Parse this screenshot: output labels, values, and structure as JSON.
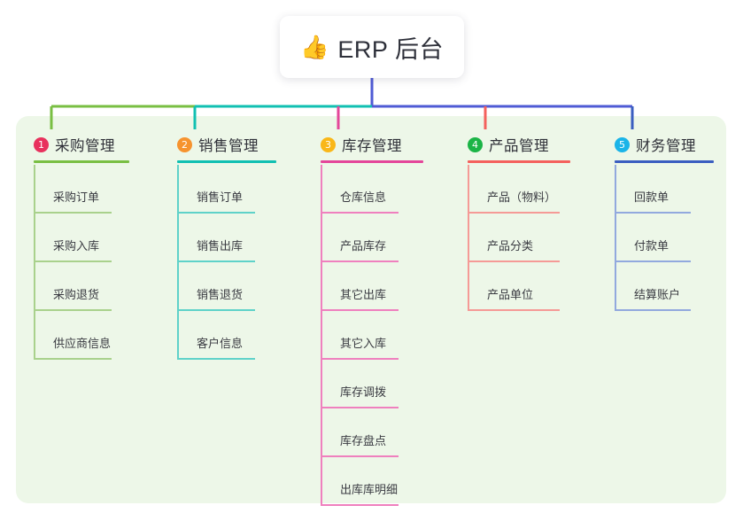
{
  "root": {
    "icon": "thumbs-up-icon",
    "emoji": "👍",
    "label": "ERP 后台"
  },
  "theme": {
    "panel_bg": "#edf7e8",
    "page_bg": "#ffffff",
    "card_bg": "#ffffff",
    "title_color": "#2d2f39",
    "bus_color": "#4f5bd5"
  },
  "columns": [
    {
      "index": "1",
      "title": "采购管理",
      "badge_color": "#e8315d",
      "line_color": "#79bf43",
      "leaf_line_color": "#a9d18c",
      "items": [
        "采购订单",
        "采购入库",
        "采购退货",
        "供应商信息"
      ]
    },
    {
      "index": "2",
      "title": "销售管理",
      "badge_color": "#f6932e",
      "line_color": "#11c0b2",
      "leaf_line_color": "#5fd2c9",
      "items": [
        "销售订单",
        "销售出库",
        "销售退货",
        "客户信息"
      ]
    },
    {
      "index": "3",
      "title": "库存管理",
      "badge_color": "#f9b718",
      "line_color": "#e4469a",
      "leaf_line_color": "#ef80be",
      "items": [
        "仓库信息",
        "产品库存",
        "其它出库",
        "其它入库",
        "库存调拨",
        "库存盘点",
        "出库库明细"
      ]
    },
    {
      "index": "4",
      "title": "产品管理",
      "badge_color": "#1bb446",
      "line_color": "#f4615d",
      "leaf_line_color": "#f59a96",
      "items": [
        "产品（物料）",
        "产品分类",
        "产品单位"
      ]
    },
    {
      "index": "5",
      "title": "财务管理",
      "badge_color": "#1ab4e8",
      "line_color": "#3a5ec0",
      "leaf_line_color": "#92a9de",
      "items": [
        "回款单",
        "付款单",
        "结算账户"
      ]
    }
  ]
}
